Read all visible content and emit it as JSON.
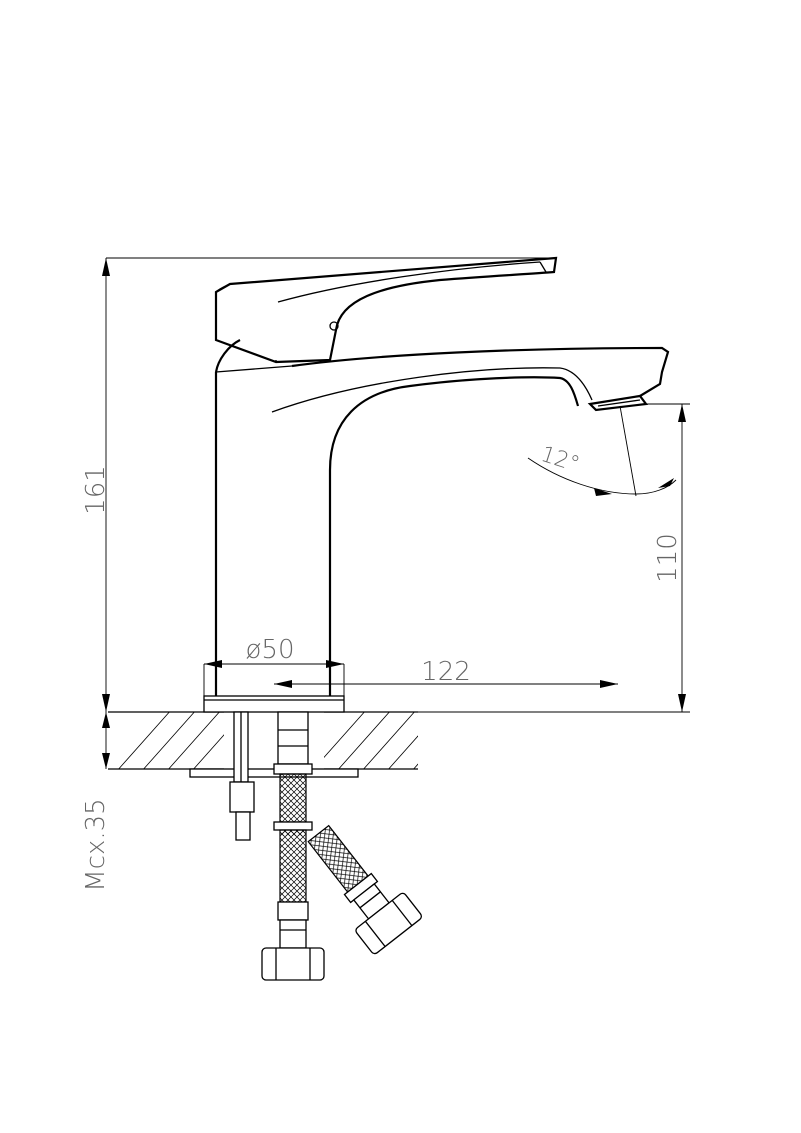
{
  "dimensions": {
    "total_height": "161",
    "spout_height": "110",
    "base_diameter": "ø50",
    "spout_reach": "122",
    "spout_angle": "12°",
    "counter_thickness": "Мсх.35"
  }
}
